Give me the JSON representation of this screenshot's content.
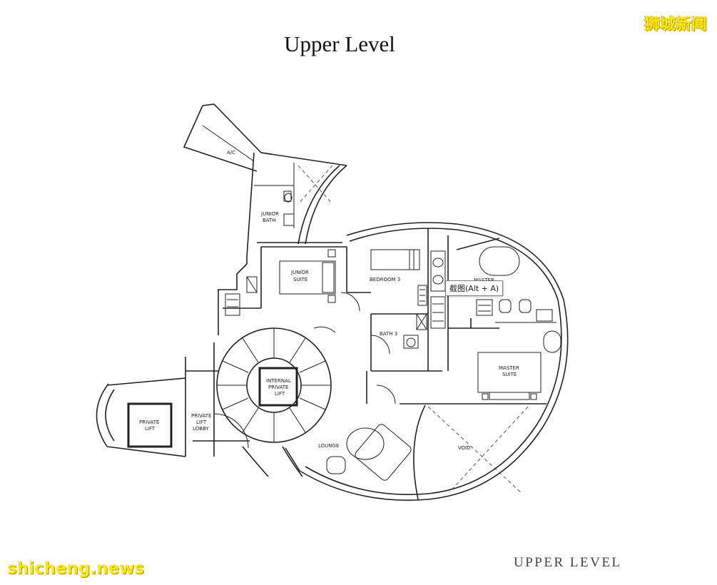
{
  "title": "Upper Level",
  "caption": "UPPER LEVEL",
  "watermark": {
    "site_cn": "狮城新闻",
    "url": "shicheng.news"
  },
  "tooltip": "截图(Alt + A)",
  "rooms": {
    "ac": "A/C",
    "junior_bath": [
      "JUNIOR",
      "BATH"
    ],
    "junior_suite": [
      "JUNIOR",
      "SUITE"
    ],
    "bedroom3": "BEDROOM 3",
    "master": "MASTER",
    "bath3": "BATH 3",
    "master_suite": [
      "MASTER",
      "SUITE"
    ],
    "internal_lift": [
      "INTERNAL",
      "PRIVATE",
      "LIFT"
    ],
    "private_lift": [
      "PRIVATE",
      "LIFT"
    ],
    "lift_lobby": [
      "PRIVATE",
      "LIFT",
      "LOBBY"
    ],
    "lounge": "LOUNGE",
    "void": "VOID"
  },
  "colors": {
    "ink": "#222222",
    "watermark": "#ffe81a"
  }
}
